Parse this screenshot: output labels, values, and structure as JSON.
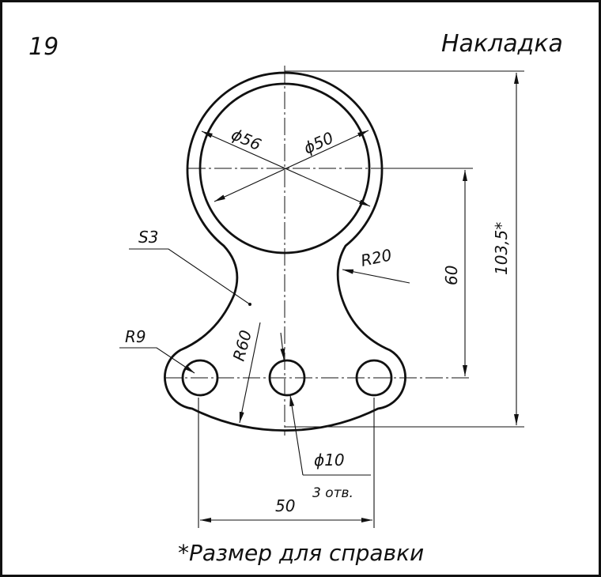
{
  "drawing": {
    "number": "19",
    "title": "Накладка",
    "footnote": "*Размер для справки",
    "dimensions": {
      "outer_diameter": "ϕ56",
      "inner_diameter": "ϕ50",
      "neck_radius": "R20",
      "thickness": "S3",
      "lug_radius": "R9",
      "bottom_radius": "R60",
      "center_distance": "60",
      "overall_height": "103,5*",
      "hole_spacing": "50",
      "hole_diameter": "ϕ10",
      "hole_count": "3 отв."
    }
  }
}
